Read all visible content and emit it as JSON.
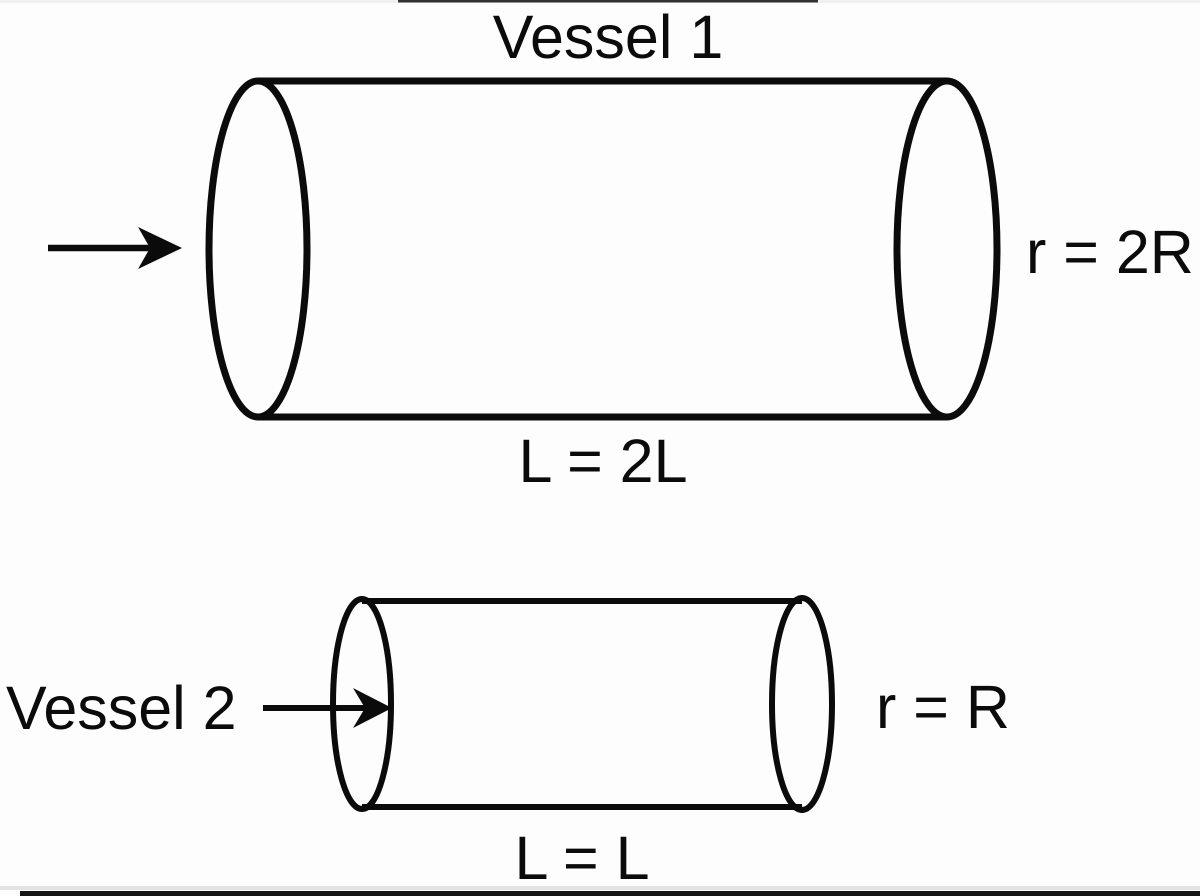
{
  "figure": {
    "vessel1": {
      "title": "Vessel 1",
      "radius_label": "r = 2R",
      "length_label": "L = 2L"
    },
    "vessel2": {
      "title": "Vessel 2",
      "radius_label": "r = R",
      "length_label": "L = L"
    },
    "icons": {
      "vessel1_flow": "right-arrow",
      "vessel2_flow": "right-arrow"
    }
  },
  "colors": {
    "ink": "#0b0b0b",
    "background": "#fdfdfd",
    "scan_edge": "#1a1a1a"
  }
}
